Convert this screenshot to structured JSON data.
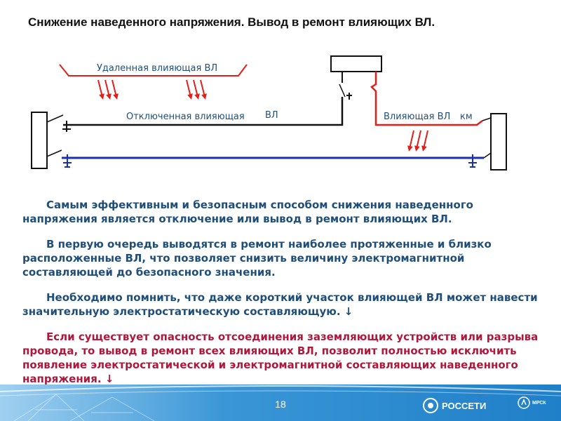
{
  "title": "Снижение наведенного напряжения. Вывод в ремонт влияющих ВЛ.",
  "diagram": {
    "remote_line_label": "Удаленная влияющая ВЛ",
    "disconnected_line_label": "Отключенная влияющая",
    "overlap_label": "ВЛ",
    "influencing_line_label": "Влияющая ВЛ",
    "km_label": "км"
  },
  "paragraphs": [
    "Самым эффективным и безопасным способом снижения наведенного напряжения является отключение или вывод в ремонт влияющих ВЛ.",
    "В первую очередь выводятся в ремонт наиболее протяженные и близко расположенные ВЛ, что позволяет снизить величину электромагнитной составляющей до безопасного значения.",
    "Необходимо помнить, что даже короткий участок влияющей ВЛ может навести значительную электростатическую составляющую. ↓",
    "Если существует опасность отсоединения заземляющих устройств или разрыва провода, то вывод в ремонт всех влияющих ВЛ, позволит полностью исключить  появление электростатической и электромагнитной составляющих наведенного напряжения. ↓"
  ],
  "footer": {
    "page_number": "18",
    "brand": "РОССЕТИ",
    "sub_brand": "МРСК"
  },
  "colors": {
    "black_wire": "#111111",
    "blue_wire": "#1a2fb5",
    "red_wire": "#e0201a",
    "text_blue": "#1f4e79",
    "text_red": "#b0183b",
    "footer_blue": "#1f7fc8"
  }
}
